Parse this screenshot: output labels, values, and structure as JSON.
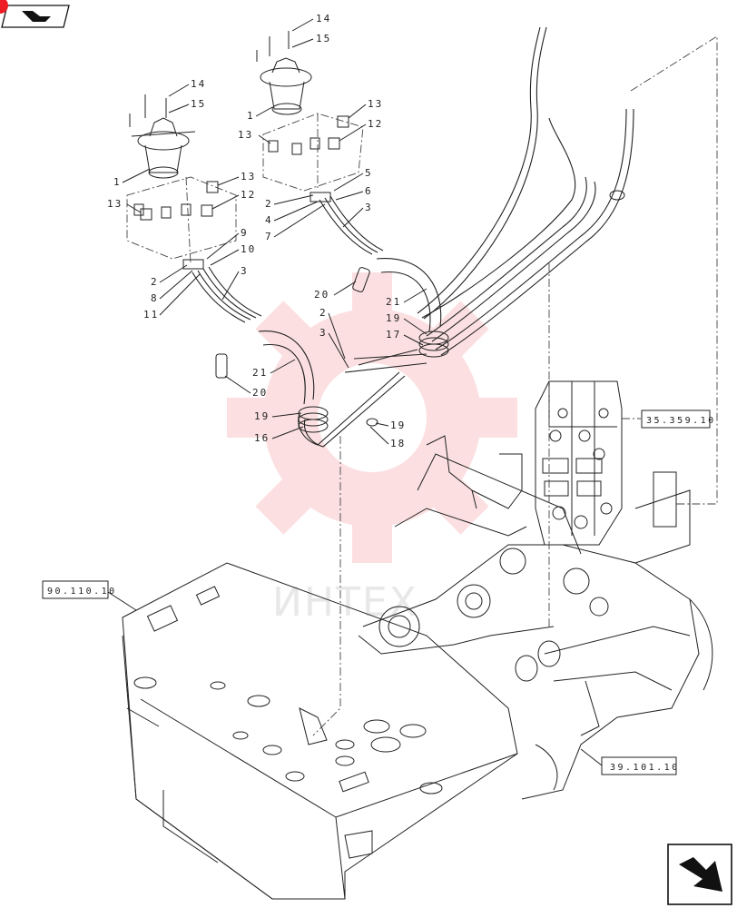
{
  "watermark": {
    "text": "ИНТЕХ",
    "color": "#ee1c24"
  },
  "nav": {
    "top_icon": "book-arrow-icon",
    "bottom_icon": "next-page-arrow-icon"
  },
  "references": [
    {
      "id": "ref-35",
      "label": "35.359.10"
    },
    {
      "id": "ref-90",
      "label": "90.110.10"
    },
    {
      "id": "ref-39",
      "label": "39.101.10"
    }
  ],
  "callouts": [
    {
      "id": "c-14a",
      "label": "14"
    },
    {
      "id": "c-15a",
      "label": "15"
    },
    {
      "id": "c-1a",
      "label": "1"
    },
    {
      "id": "c-13a",
      "label": "13"
    },
    {
      "id": "c-12a",
      "label": "12"
    },
    {
      "id": "c-13b",
      "label": "13"
    },
    {
      "id": "c-5",
      "label": "5"
    },
    {
      "id": "c-6",
      "label": "6"
    },
    {
      "id": "c-2a",
      "label": "2"
    },
    {
      "id": "c-4",
      "label": "4"
    },
    {
      "id": "c-7",
      "label": "7"
    },
    {
      "id": "c-3a",
      "label": "3"
    },
    {
      "id": "c-14b",
      "label": "14"
    },
    {
      "id": "c-15b",
      "label": "15"
    },
    {
      "id": "c-1b",
      "label": "1"
    },
    {
      "id": "c-13c",
      "label": "13"
    },
    {
      "id": "c-12b",
      "label": "12"
    },
    {
      "id": "c-13d",
      "label": "13"
    },
    {
      "id": "c-9",
      "label": "9"
    },
    {
      "id": "c-10",
      "label": "10"
    },
    {
      "id": "c-2b",
      "label": "2"
    },
    {
      "id": "c-8",
      "label": "8"
    },
    {
      "id": "c-11",
      "label": "11"
    },
    {
      "id": "c-3b",
      "label": "3"
    },
    {
      "id": "c-20a",
      "label": "20"
    },
    {
      "id": "c-21a",
      "label": "21"
    },
    {
      "id": "c-2c",
      "label": "2"
    },
    {
      "id": "c-3c",
      "label": "3"
    },
    {
      "id": "c-19a",
      "label": "19"
    },
    {
      "id": "c-17",
      "label": "17"
    },
    {
      "id": "c-21b",
      "label": "21"
    },
    {
      "id": "c-20b",
      "label": "20"
    },
    {
      "id": "c-19b",
      "label": "19"
    },
    {
      "id": "c-16",
      "label": "16"
    },
    {
      "id": "c-19c",
      "label": "19"
    },
    {
      "id": "c-18",
      "label": "18"
    }
  ]
}
